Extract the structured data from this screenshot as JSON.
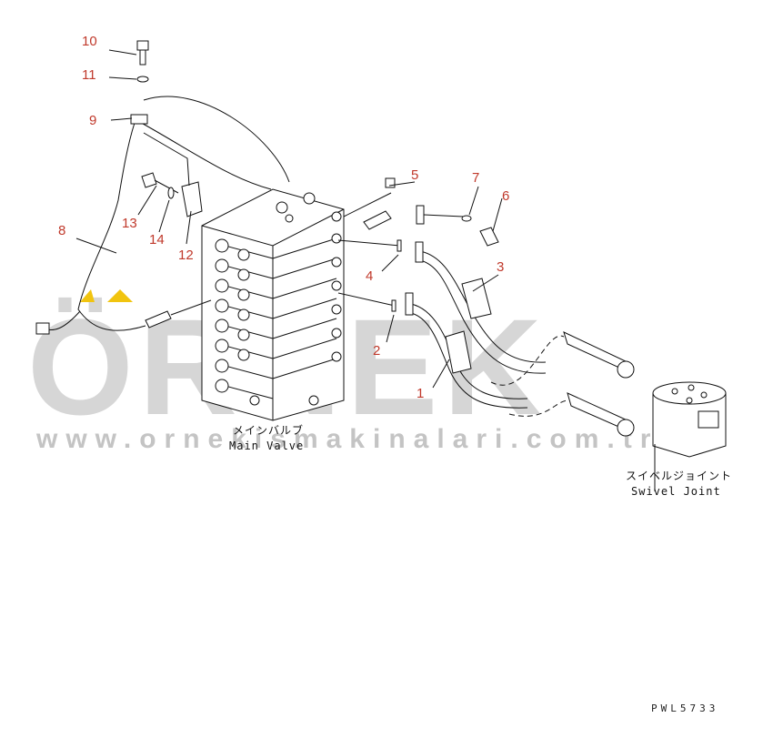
{
  "watermark": {
    "brand": "ÖRNEK",
    "url": "www.ornekismakinalari.com.tr"
  },
  "components": {
    "main_valve_jp": "メインバルブ",
    "main_valve_en": "Main Valve",
    "swivel_joint_jp": "スイベルジョイント",
    "swivel_joint_en": "Swivel Joint"
  },
  "callouts": [
    "1",
    "2",
    "3",
    "4",
    "5",
    "6",
    "7",
    "8",
    "9",
    "10",
    "11",
    "12",
    "13",
    "14"
  ],
  "drawing_code": "PWL5733",
  "colors": {
    "callout": "#c0392b",
    "watermark": "#d6d6d6",
    "watermark_accent": "#f1c40f"
  }
}
